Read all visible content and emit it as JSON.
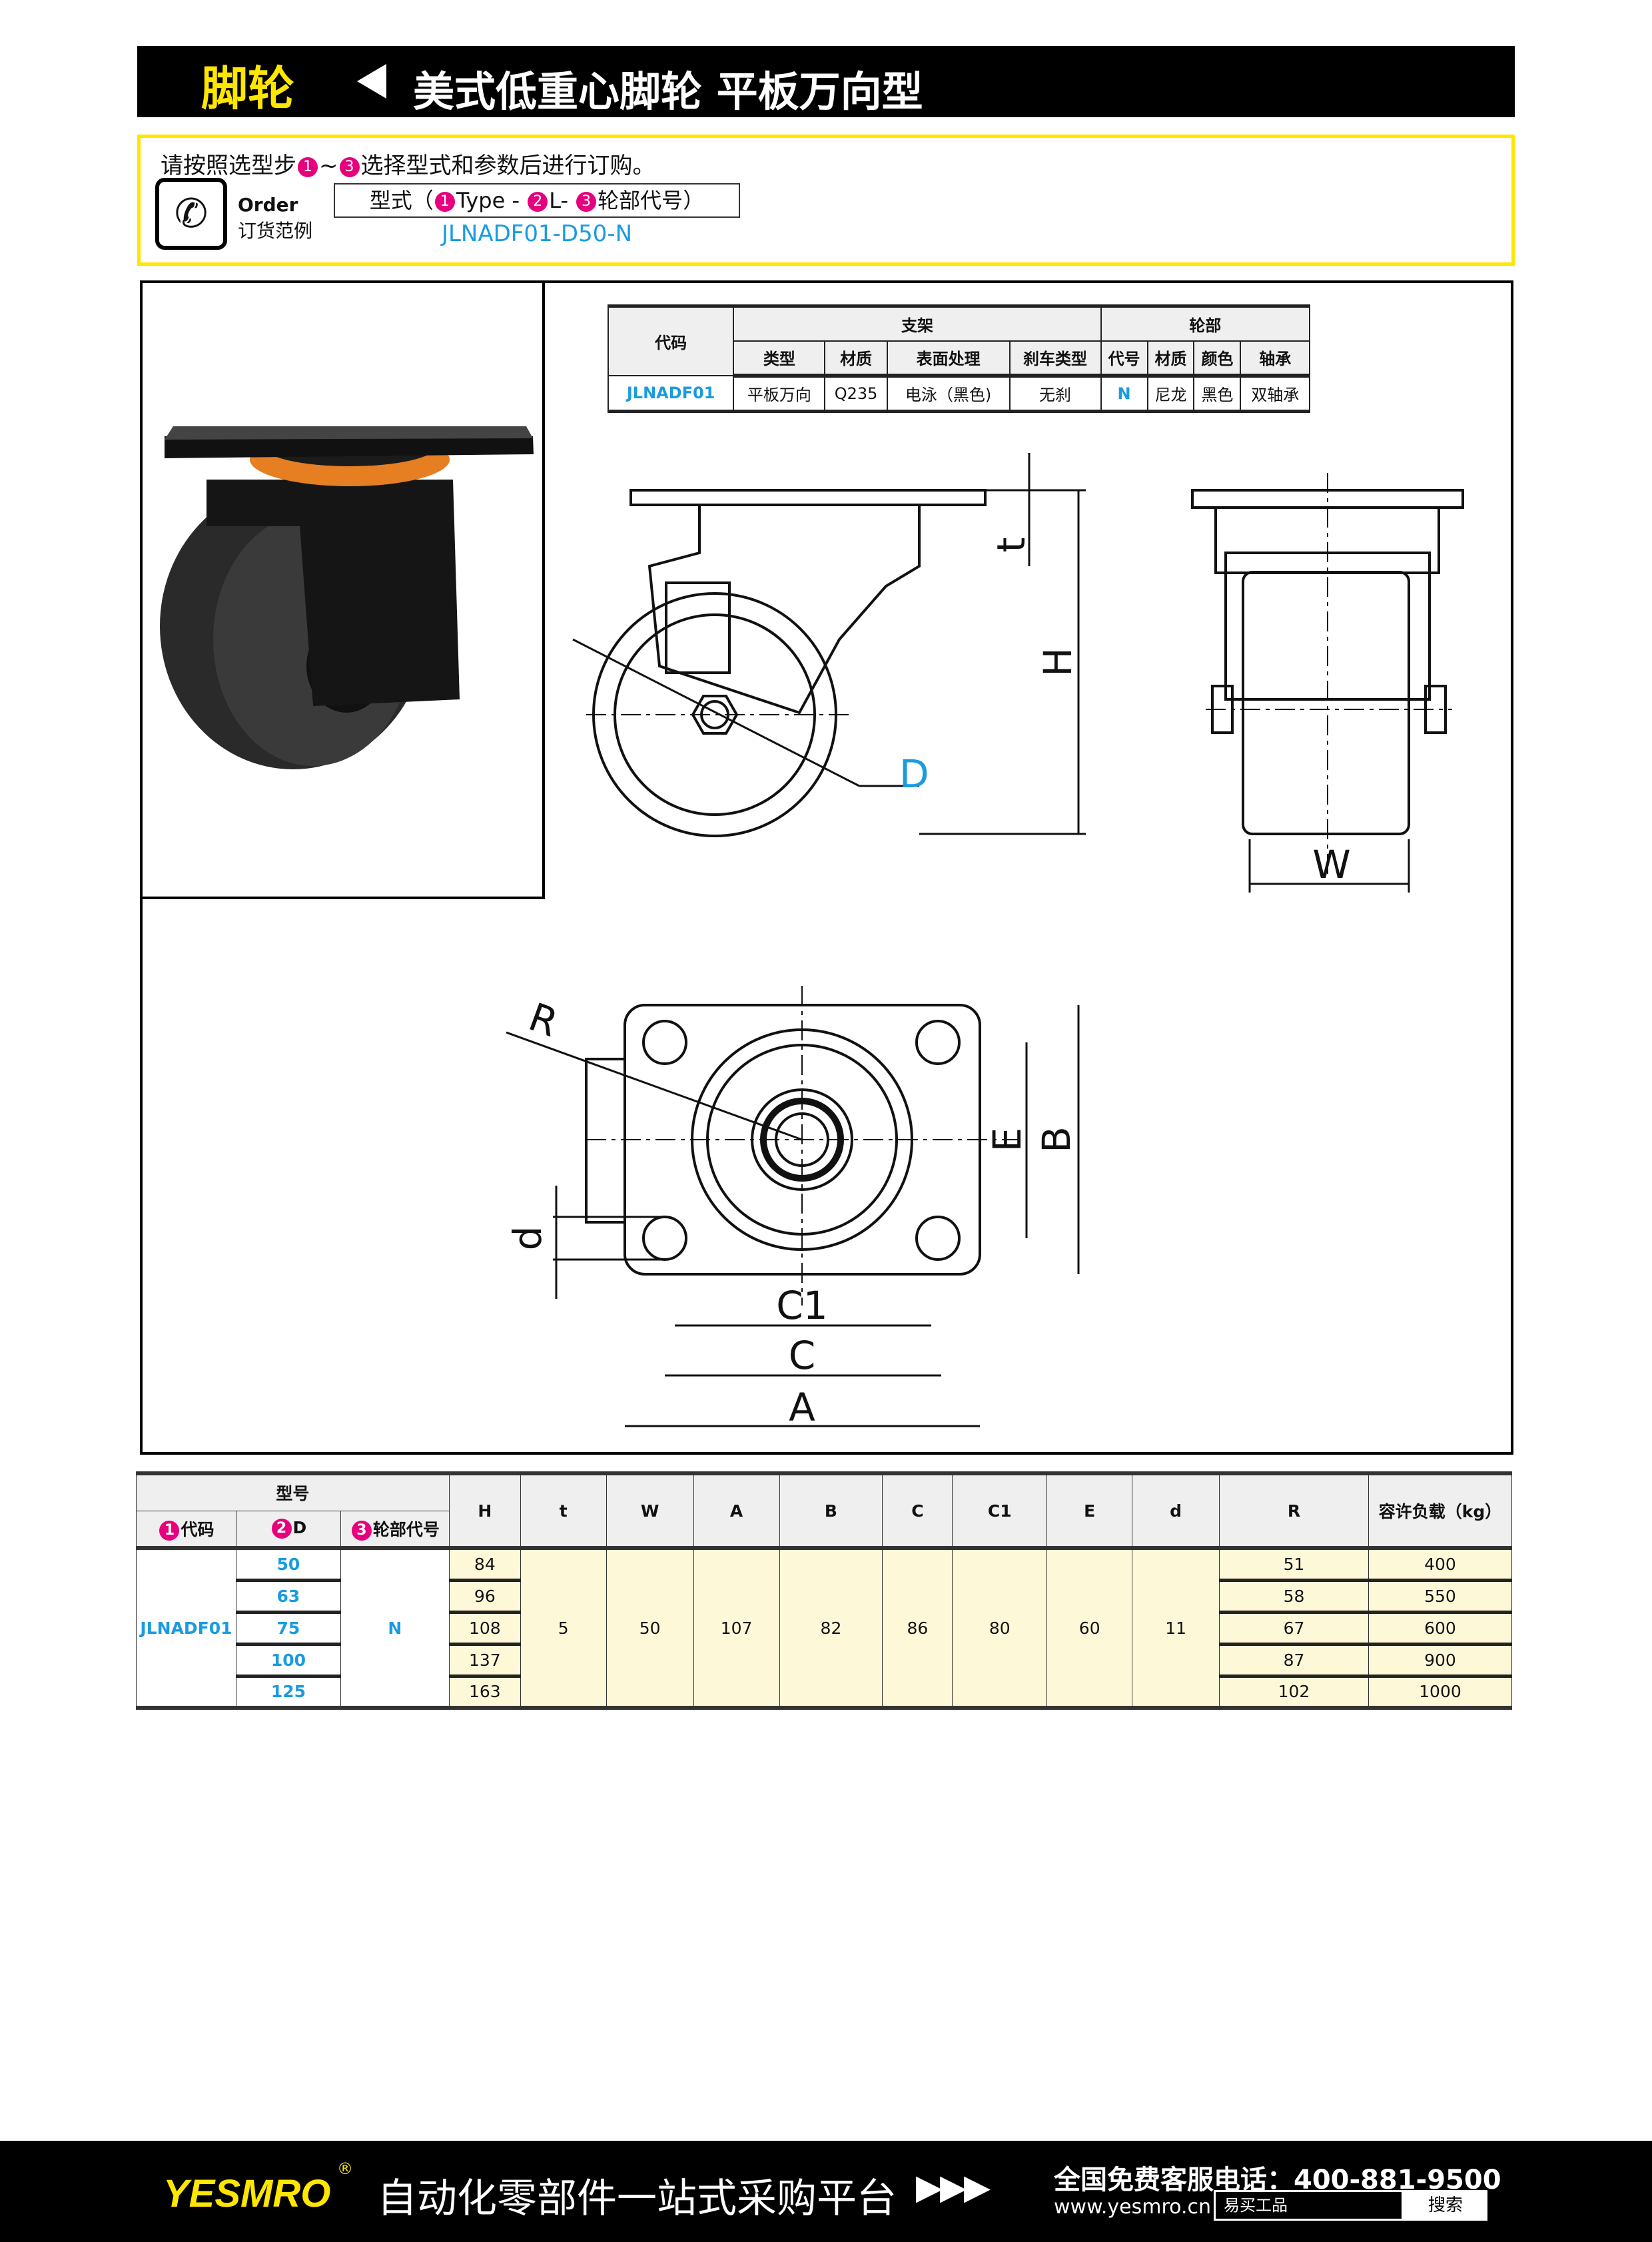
{
  "header": {
    "category": "脚轮",
    "title": "美式低重心脚轮 平板万向型"
  },
  "order": {
    "intro_pre": "请按照选型步",
    "intro_n1": "1",
    "intro_tilde": "~",
    "intro_n3": "3",
    "intro_post": "选择型式和参数后进行订购。",
    "label_en": "Order",
    "label_cn": "订货范例",
    "format_pre": "型式（",
    "n1": "1",
    "type": "Type -",
    "n2": "2",
    "l": "L-",
    "n3": "3",
    "wheel_code": "轮部代号",
    "format_post": "）",
    "example": "JLNADF01-D50-N"
  },
  "spec_table": {
    "code_header": "代码",
    "bracket_header": "支架",
    "wheel_header": "轮部",
    "columns": [
      "类型",
      "材质",
      "表面处理",
      "刹车类型",
      "代号",
      "材质",
      "颜色",
      "轴承"
    ],
    "row": {
      "code": "JLNADF01",
      "values": [
        "平板万向",
        "Q235",
        "电泳（黑色)",
        "无刹",
        "N",
        "尼龙",
        "黑色",
        "双轴承"
      ]
    }
  },
  "drawing_labels": {
    "D": "D",
    "H": "H",
    "t": "t",
    "W": "W",
    "R": "R",
    "E": "E",
    "B": "B",
    "d": "d",
    "C1": "C1",
    "C": "C",
    "A": "A"
  },
  "dims_table": {
    "model_header": "型号",
    "n1": "1",
    "code_header": "代码",
    "n2": "2",
    "d_header": "D",
    "n3": "3",
    "wheel_header": "轮部代号",
    "columns": [
      "H",
      "t",
      "W",
      "A",
      "B",
      "C",
      "C1",
      "E",
      "d",
      "R",
      "容许负载（kg）"
    ],
    "code": "JLNADF01",
    "wheel_code": "N",
    "shared": {
      "t": "5",
      "W": "50",
      "A": "107",
      "B": "82",
      "C": "86",
      "C1": "80",
      "E": "60",
      "d": "11"
    },
    "rows": [
      {
        "D": "50",
        "H": "84",
        "R": "51",
        "load": "400"
      },
      {
        "D": "63",
        "H": "96",
        "R": "58",
        "load": "550"
      },
      {
        "D": "75",
        "H": "108",
        "R": "67",
        "load": "600"
      },
      {
        "D": "100",
        "H": "137",
        "R": "87",
        "load": "900"
      },
      {
        "D": "125",
        "H": "163",
        "R": "102",
        "load": "1000"
      }
    ]
  },
  "footer": {
    "logo": "YESMRO",
    "reg": "®",
    "slogan": "自动化零部件一站式采购平台",
    "arrows": "▶▶▶",
    "hotline": "全国免费客服电话：400-881-9500",
    "url": "www.yesmro.cn",
    "search_value": "易买工品",
    "search_button": "搜索"
  },
  "colors": {
    "accent_yellow": "#ffe600",
    "blue": "#1a9be0",
    "pink": "#e6007e"
  }
}
